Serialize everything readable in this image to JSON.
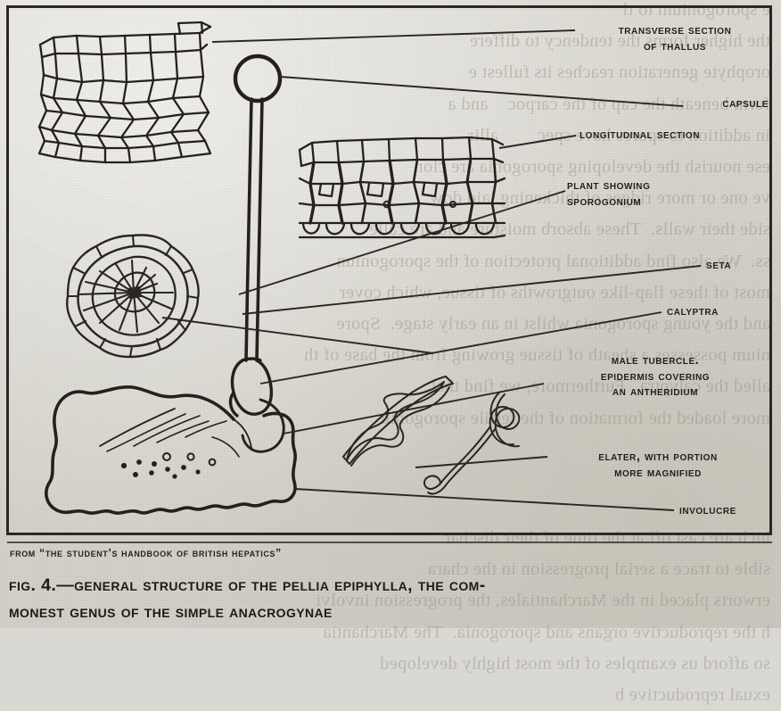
{
  "page": {
    "bleed_through_top": "e sporogonium to tl\nthe higher forms the tendency to differe\norophyte generation reaches its fullest e\nform beneath the cap of the carpoc    and a\nin addition to spores have spec        allir\nese nourish the developing sporogonia are clon\nve one or more ridges of thickening laid dow\nside their walls.  These absorb moisture and are calle\nss.  We also find additional protection of the sporogoniun\nmost of these flap-like outgrowths of tissue, which cover\nand the young sporogonia whilst in an early stage.  Spore\nnium possesses a sheath of tissue growing from the base of th\nalled the calyptra.  Furthermore, we find that\nmore loaded the formation of the fertile sporogoniu",
    "bleed_through_bottom": "hich are cast off at the time of their dischar\nsible to trace a serial progression in the chara\nerworts placed in the Marchantiales, the progression involvi\nh the reproductive organs and sporogonia.  The Marchantia\nso afford us examples of the most highly developed\nexual reproductive b",
    "source_line": "From “The Student’s Handbook of British Hepatics”",
    "caption_line_1": "Fig. 4.—General structure of the Pellia epiphylla, the com-",
    "caption_line_2": "monest genus of the simple Anacrogynae"
  },
  "figure": {
    "number": "Fig. 4",
    "subject": "Pellia epiphylla",
    "labels": [
      {
        "id": "transverse-section",
        "text": "Transverse Section\nof Thallus"
      },
      {
        "id": "capsule",
        "text": "Capsule"
      },
      {
        "id": "longitudinal-section",
        "text": "Longitudinal Section"
      },
      {
        "id": "plant-sporogonium",
        "text": "Plant showing\nSporogonium"
      },
      {
        "id": "seta",
        "text": "Seta"
      },
      {
        "id": "calyptra",
        "text": "Calyptra"
      },
      {
        "id": "male-tubercle",
        "text": "Male Tubercle.\nEpidermis covering\nan Antheridium"
      },
      {
        "id": "elater",
        "text": "Elater, with portion\nmore magnified"
      },
      {
        "id": "involucre",
        "text": "Involucre"
      }
    ],
    "drawings": [
      {
        "id": "transverse-section-drawing",
        "name": "polygonal cell tissue of thallus in cross section"
      },
      {
        "id": "longitudinal-section-drawing",
        "name": "row of epidermal cells over parenchyma"
      },
      {
        "id": "male-tubercle-drawing",
        "name": "circular rosette of cells with central pore"
      },
      {
        "id": "whole-plant-drawing",
        "name": "lobed thallus with seta and capsule"
      },
      {
        "id": "elater-drawing",
        "name": "spindle elater with spiral thickenings"
      },
      {
        "id": "elater-magnified-drawing",
        "name": "magnified coiled portion of elater"
      }
    ],
    "ink_color": "#211f1b",
    "paper_color": "#d6d4cc"
  }
}
